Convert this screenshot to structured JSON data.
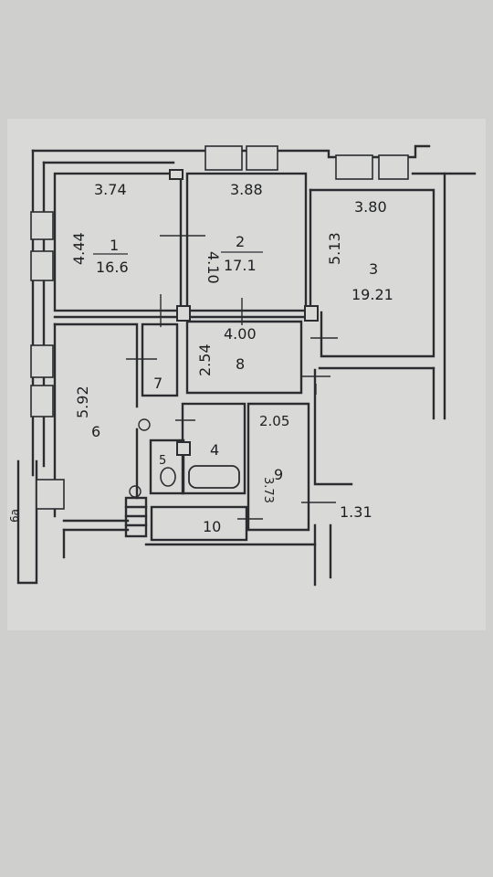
{
  "rooms": [
    {
      "id": "1",
      "number": "1",
      "area": "16.6",
      "width": "3.74",
      "depth": "4.44"
    },
    {
      "id": "2",
      "number": "2",
      "area": "17.1",
      "width": "3.88",
      "depth": "4.10"
    },
    {
      "id": "3",
      "number": "3",
      "area": "19.21",
      "width": "3.80",
      "depth": "5.13"
    },
    {
      "id": "4",
      "number": "4"
    },
    {
      "id": "5",
      "number": "5"
    },
    {
      "id": "6",
      "number": "6",
      "depth": "5.92"
    },
    {
      "id": "7",
      "number": "7"
    },
    {
      "id": "8",
      "number": "8",
      "width": "4.00",
      "depth": "2.54"
    },
    {
      "id": "9",
      "number": "9",
      "width": "2.05",
      "depth": "3.73"
    },
    {
      "id": "10",
      "number": "10"
    }
  ],
  "other_labels": {
    "corridor_width": "1.31",
    "side_mark": "6а"
  },
  "colors": {
    "paper": "#d9dad7",
    "ink": "#2a2c30"
  }
}
